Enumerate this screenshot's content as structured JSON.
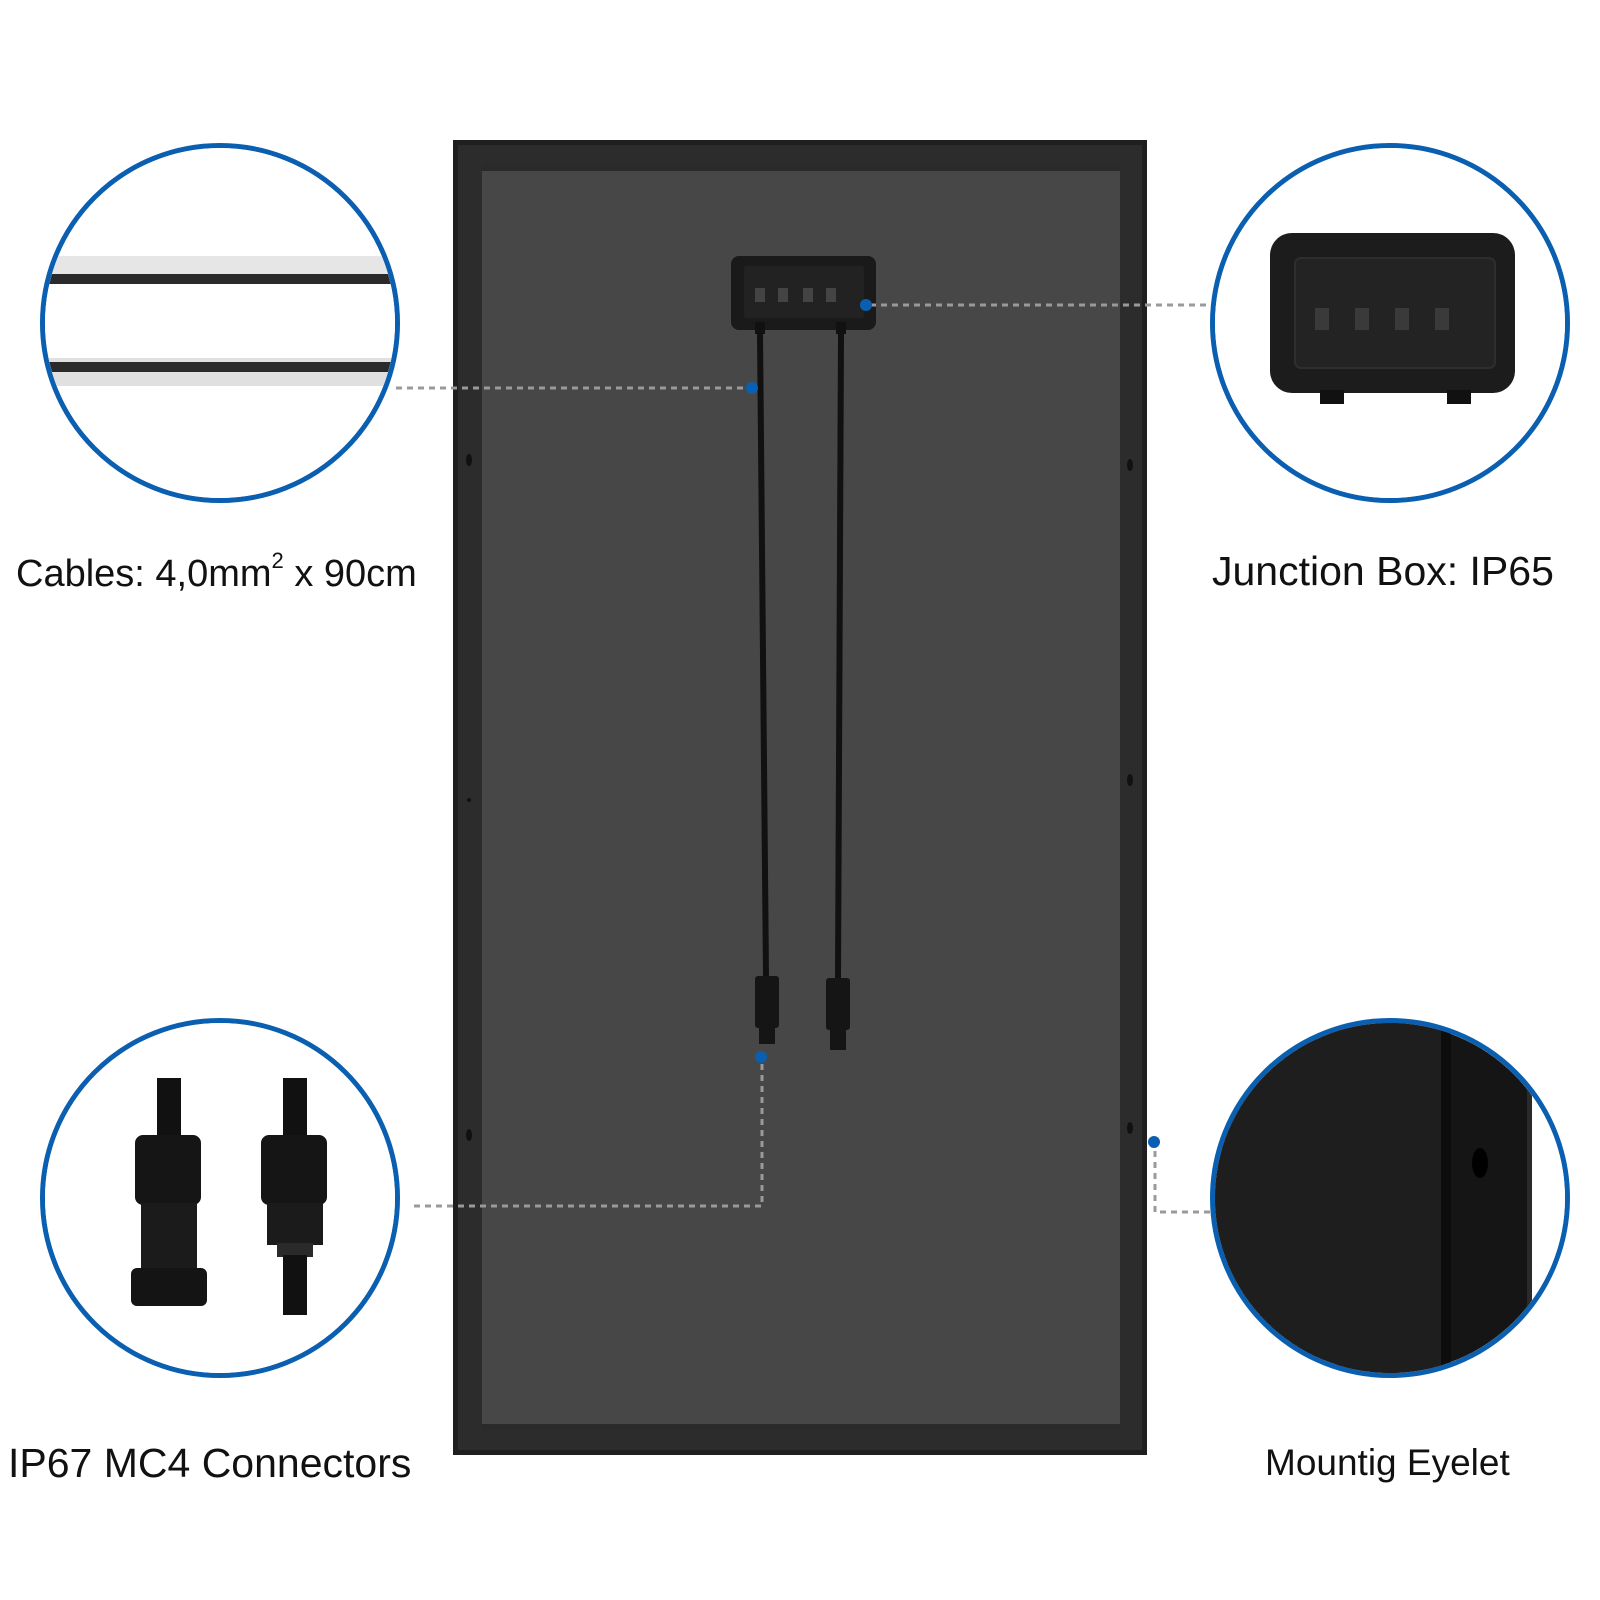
{
  "labels": {
    "cables_prefix": "Cables: 4,0mm",
    "cables_superscript": "2",
    "cables_suffix": " x 90cm",
    "junction_box": "Junction Box: IP65",
    "connectors": "IP67 MC4 Connectors",
    "eyelet": "Mountig Eyelet"
  },
  "colors": {
    "accent_blue": "#0b5fb0",
    "panel_frame": "#2a2a2a",
    "panel_back": "#474747",
    "leader_line": "#9a9a9a"
  },
  "icons": {
    "junction_box": "junction-box-icon",
    "connector": "mc4-connector-icon",
    "cable": "cable-icon",
    "eyelet": "mounting-eyelet-icon"
  }
}
